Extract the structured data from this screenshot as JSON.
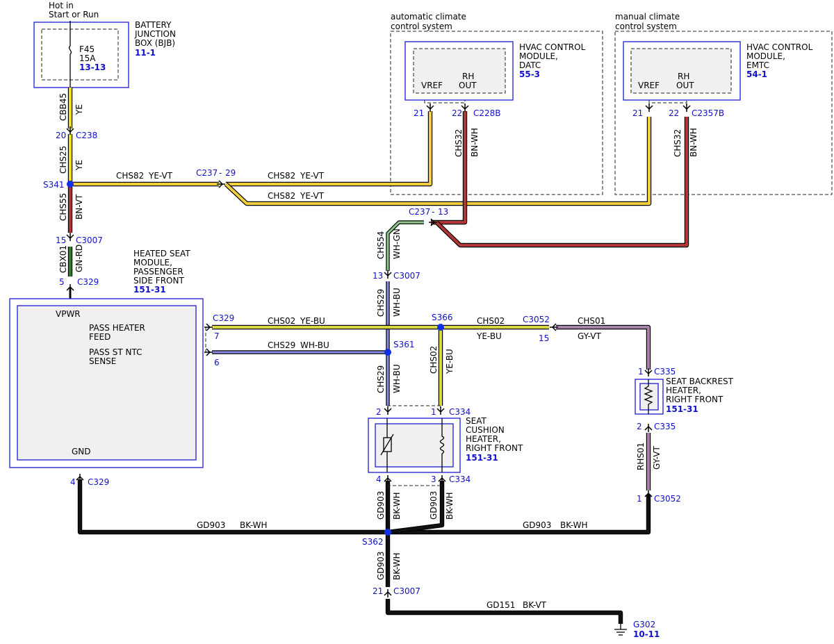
{
  "colors": {
    "YE": "#f2e21a",
    "YE-VT": "#f2cf3c",
    "BN-VT": "#b03040",
    "BN-WH": "#b23636",
    "GN-RD": "#2e7d2e",
    "WH-GN": "#8dc98d",
    "WH-BU": "#8a8ae6",
    "YE-BU": "#d8d840",
    "GY-VT": "#a884a8",
    "BK-WH": "#111111",
    "BK-VT": "#111111",
    "splice": "#1030e8",
    "blue_text": "#1010cc"
  },
  "power": {
    "hot_line1": "Hot in",
    "hot_line2": "Start or Run",
    "fuse_id": "F45",
    "fuse_amp": "15A",
    "fuse_ref": "13-13"
  },
  "bjb": {
    "line1": "BATTERY",
    "line2": "JUNCTION",
    "line3": "BOX (BJB)",
    "ref": "11-1"
  },
  "auto_group": {
    "line1": "automatic climate",
    "line2": "control system"
  },
  "manual_group": {
    "line1": "manual climate",
    "line2": "control system"
  },
  "datc": {
    "line1": "HVAC CONTROL",
    "line2": "MODULE,",
    "line3": "DATC",
    "ref": "55-3",
    "vref": "VREF",
    "rh": "RH",
    "out": "OUT",
    "pin_vref": "21",
    "pin_rh": "22",
    "connector": "C228B"
  },
  "emtc": {
    "line1": "HVAC CONTROL",
    "line2": "MODULE,",
    "line3": "EMTC",
    "ref": "54-1",
    "vref": "VREF",
    "rh": "RH",
    "out": "OUT",
    "pin_vref": "21",
    "pin_rh": "22",
    "connector": "C2357B"
  },
  "hsm": {
    "line1": "HEATED SEAT",
    "line2": "MODULE,",
    "line3": "PASSENGER",
    "line4": "SIDE FRONT",
    "ref": "151-31",
    "vpwr": "VPWR",
    "feed1": "PASS HEATER",
    "feed2": "FEED",
    "sense1": "PASS ST NTC",
    "sense2": "SENSE",
    "gnd": "GND"
  },
  "cushion": {
    "line1": "SEAT",
    "line2": "CUSHION",
    "line3": "HEATER,",
    "line4": "RIGHT FRONT",
    "ref": "151-31"
  },
  "backrest": {
    "line1": "SEAT BACKREST",
    "line2": "HEATER,",
    "line3": "RIGHT FRONT",
    "ref": "151-31"
  },
  "wires": {
    "cbb45": "CBB45",
    "cbb45_color": "YE",
    "chs25": "CHS25",
    "chs25_color": "YE",
    "chs55": "CHS55",
    "chs55_color": "BN-VT",
    "cbx01": "CBX01",
    "cbx01_color": "GN-RD",
    "chs82": "CHS82",
    "chs82_color": "YE-VT",
    "chs32": "CHS32",
    "chs32_color": "BN-WH",
    "chs54": "CHS54",
    "chs54_color": "WH-GN",
    "chs29": "CHS29",
    "chs29_color": "WH-BU",
    "chs02": "CHS02",
    "chs02_color": "YE-BU",
    "chs01": "CHS01",
    "chs01_color": "GY-VT",
    "rhs01": "RHS01",
    "rhs01_color": "GY-VT",
    "gd903": "GD903",
    "gd903_color": "BK-WH",
    "gd151": "GD151",
    "gd151_color": "BK-VT"
  },
  "connectors": {
    "c238": "C238",
    "c238_pin": "20",
    "c3007": "C3007",
    "c3007_pin_top": "15",
    "c3007_pin_mid": "13",
    "c3007_pin_bot": "21",
    "c329": "C329",
    "c329_pin_top": "5",
    "c329_pin_feed": "7",
    "c329_pin_sense": "6",
    "c329_pin_gnd": "4",
    "c237": "C237",
    "c237_dash": "-",
    "c237_pin_a": "29",
    "c237_pin_b": "13",
    "c3052": "C3052",
    "c3052_pin_top": "15",
    "c3052_pin_bot": "1",
    "c335": "C335",
    "c335_pin_top": "1",
    "c335_pin_bot": "2",
    "c334": "C334",
    "c334_pin_2": "2",
    "c334_pin_1": "1",
    "c334_pin_4": "4",
    "c334_pin_3": "3"
  },
  "splices": {
    "s341": "S341",
    "s366": "S366",
    "s361": "S361",
    "s362": "S362"
  },
  "ground": {
    "id": "G302",
    "ref": "10-11"
  }
}
